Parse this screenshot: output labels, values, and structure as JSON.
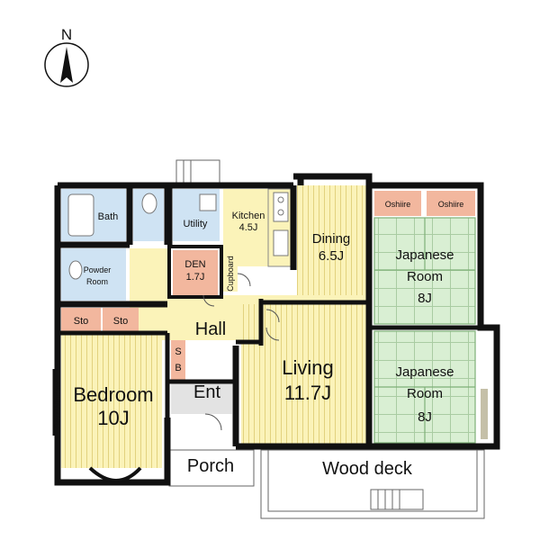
{
  "compass": {
    "label": "N"
  },
  "rooms": {
    "bath": "Bath",
    "utility": "Utility",
    "kitchen": "Kitchen",
    "kitchen_size": "4.5J",
    "dining": "Dining",
    "dining_size": "6.5J",
    "oshiire_1": "Oshiire",
    "oshiire_2": "Oshiire",
    "japanese_room_1": "Japanese",
    "japanese_room_1_b": "Room",
    "japanese_room_1_size": "8J",
    "japanese_room_2": "Japanese",
    "japanese_room_2_b": "Room",
    "japanese_room_2_size": "8J",
    "powder_room": "Powder",
    "powder_room_b": "Room",
    "den": "DEN",
    "den_size": "1.7J",
    "cupboard": "Cupboard",
    "hall": "Hall",
    "sto_1": "Sto",
    "sto_2": "Sto",
    "sb": "S",
    "sb_2": "B",
    "bedroom": "Bedroom",
    "bedroom_size": "10J",
    "bow_window": "Bow Window",
    "ent": "Ent",
    "living": "Living",
    "living_size": "11.7J",
    "porch": "Porch",
    "wood_deck": "Wood deck"
  },
  "colors": {
    "wall": "#111111",
    "bath_blue": "#cfe3f3",
    "floor_yellow": "#fbf3b9",
    "tatami_green": "#d9efd3",
    "storage_pink": "#f2b79e",
    "entry_gray": "#e3e3e3"
  }
}
